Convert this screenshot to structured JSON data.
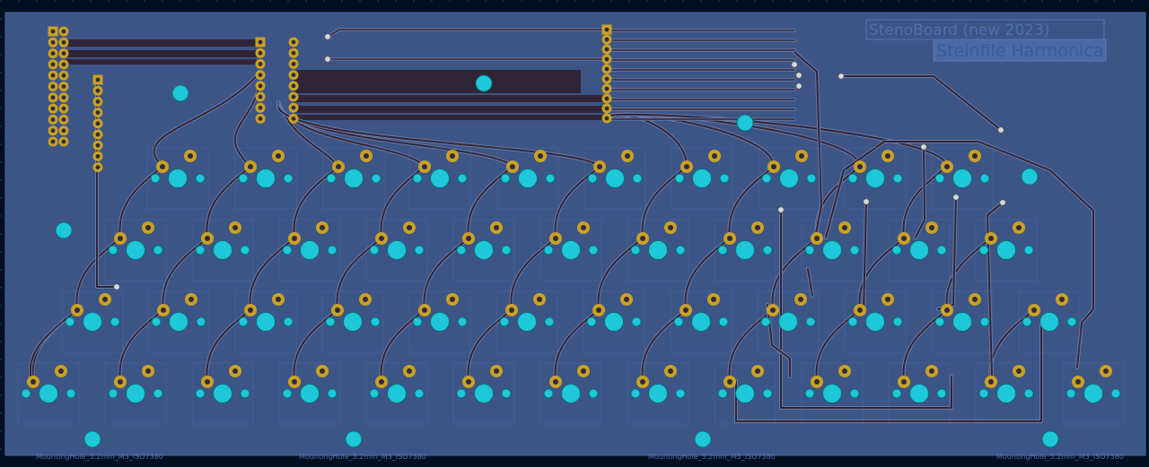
{
  "app": {
    "view": "PCB layout canvas"
  },
  "colors": {
    "background": "#001022",
    "board": "#3c5486",
    "copper_fill": "#3a5181",
    "track_back": "#302536",
    "track_outline": "#6b79a8",
    "pad_gold": "#c9a223",
    "hole_cyan": "#1ec8d8",
    "silk": "#5a78b4",
    "dark_block": "#2f2a40"
  },
  "board": {
    "title_line1": "StenoBoard (new 2023)",
    "title_line2": "Steinfile Harmonica"
  },
  "footprint_labels": [
    "MountingHole_3.2mm_M3_ISO7380",
    "MountingHole_3.2mm_M3_ISO7380",
    "MountingHole_3.2mm_M3_ISO7380",
    "MountingHole_3.2mm_M3_ISO7380"
  ],
  "keyboard": {
    "rows": 4,
    "columns": 12
  }
}
